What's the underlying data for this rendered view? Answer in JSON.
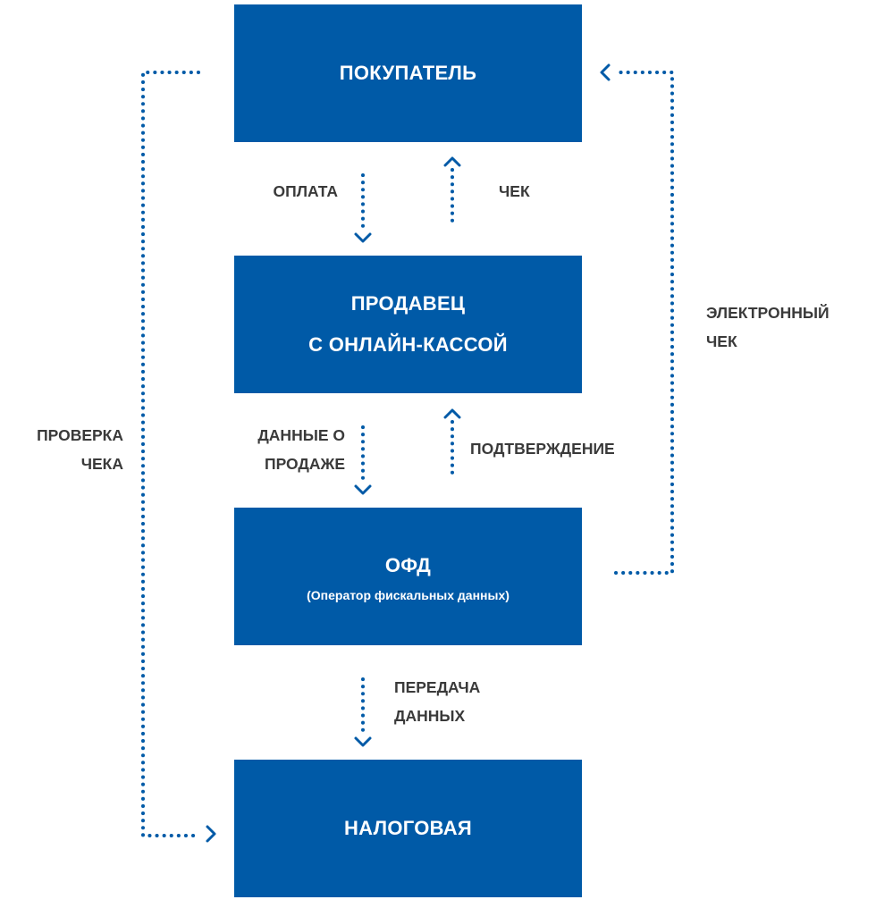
{
  "nodes": {
    "buyer": {
      "title": "ПОКУПАТЕЛЬ"
    },
    "seller": {
      "title_line1": "ПРОДАВЕЦ",
      "title_line2": "С ОНЛАЙН-КАССОЙ"
    },
    "ofd": {
      "title": "ОФД",
      "subtitle": "(Оператор фискальных данных)"
    },
    "tax": {
      "title": "НАЛОГОВАЯ"
    }
  },
  "edges": {
    "payment": "ОПЛАТА",
    "receipt": "ЧЕК",
    "sale_data_line1": "ДАННЫЕ О",
    "sale_data_line2": "ПРОДАЖЕ",
    "confirmation": "ПОДТВЕРЖДЕНИЕ",
    "transfer_line1": "ПЕРЕДАЧА",
    "transfer_line2": "ДАННЫХ",
    "e_receipt_line1": "ЭЛЕКТРОННЫЙ",
    "e_receipt_line2": "ЧЕК",
    "check_line1": "ПРОВЕРКА",
    "check_line2": "ЧЕКА"
  },
  "colors": {
    "box_fill": "#005aa7",
    "box_text": "#ffffff",
    "label_text": "#3a3a3a",
    "connector": "#005aa7"
  }
}
